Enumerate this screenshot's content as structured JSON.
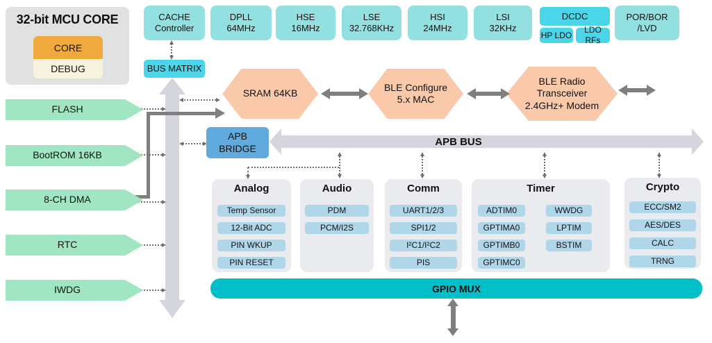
{
  "mcu_core": {
    "title": "32-bit MCU CORE",
    "core_label": "CORE",
    "debug_label": "DEBUG"
  },
  "clock_row": {
    "cache": "CACHE\nController",
    "dpll": "DPLL\n64MHz",
    "hse": "HSE\n16MHz",
    "lse": "LSE\n32.768KHz",
    "hsi": "HSI\n24MHz",
    "lsi": "LSI\n32KHz",
    "dcdc": "DCDC",
    "hp_ldo": "HP LDO",
    "ldo_rfs": "LDO RFs",
    "por_bor_lvd": "POR/BOR\n/LVD"
  },
  "bus": {
    "bus_matrix": "BUS MATRIX",
    "apb_bridge": "APB\nBRIDGE",
    "apb_bus": "APB BUS",
    "gpio_mux": "GPIO MUX"
  },
  "memory_column": {
    "flash": "FLASH",
    "bootrom": "BootROM 16KB",
    "dma": "8-CH DMA",
    "rtc": "RTC",
    "iwdg": "IWDG"
  },
  "ble_chain": {
    "sram": "SRAM 64KB",
    "ble_mac": "BLE Configure\n5.x MAC",
    "ble_radio": "BLE Radio\nTransceiver\n2.4GHz+ Modem"
  },
  "peripheral_groups": {
    "analog": {
      "title": "Analog",
      "items": [
        "Temp Sensor",
        "12-Bit ADC",
        "PIN WKUP",
        "PIN RESET"
      ]
    },
    "audio": {
      "title": "Audio",
      "items": [
        "PDM",
        "PCM/I2S"
      ]
    },
    "comm": {
      "title": "Comm",
      "items": [
        "UART1/2/3",
        "SPI1/2",
        "I²C1/I²C2",
        "PIS"
      ]
    },
    "timer": {
      "title": "Timer",
      "col1": [
        "ADTIM0",
        "GPTIMA0",
        "GPTIMB0",
        "GPTIMC0"
      ],
      "col2": [
        "WWDG",
        "LPTIM",
        "BSTIM"
      ]
    },
    "crypto": {
      "title": "Crypto",
      "items": [
        "ECC/SM2",
        "AES/DES",
        "CALC",
        "TRNG"
      ]
    }
  },
  "colors": {
    "pale_cyan": "#93E0E1",
    "bright_cyan": "#4AD5E8",
    "mint_green": "#A0E6C3",
    "peach": "#F9C9AA",
    "bridge_blue": "#60AADE",
    "item_blue": "#AFD6E9",
    "panel_gray": "#E9EBEF",
    "bus_gray": "#D5D5DE",
    "gpio_teal": "#00BFC9",
    "arrow_gray": "#7F7F7F",
    "core_orange": "#F0A93C",
    "debug_cream": "#F8F3DF"
  }
}
